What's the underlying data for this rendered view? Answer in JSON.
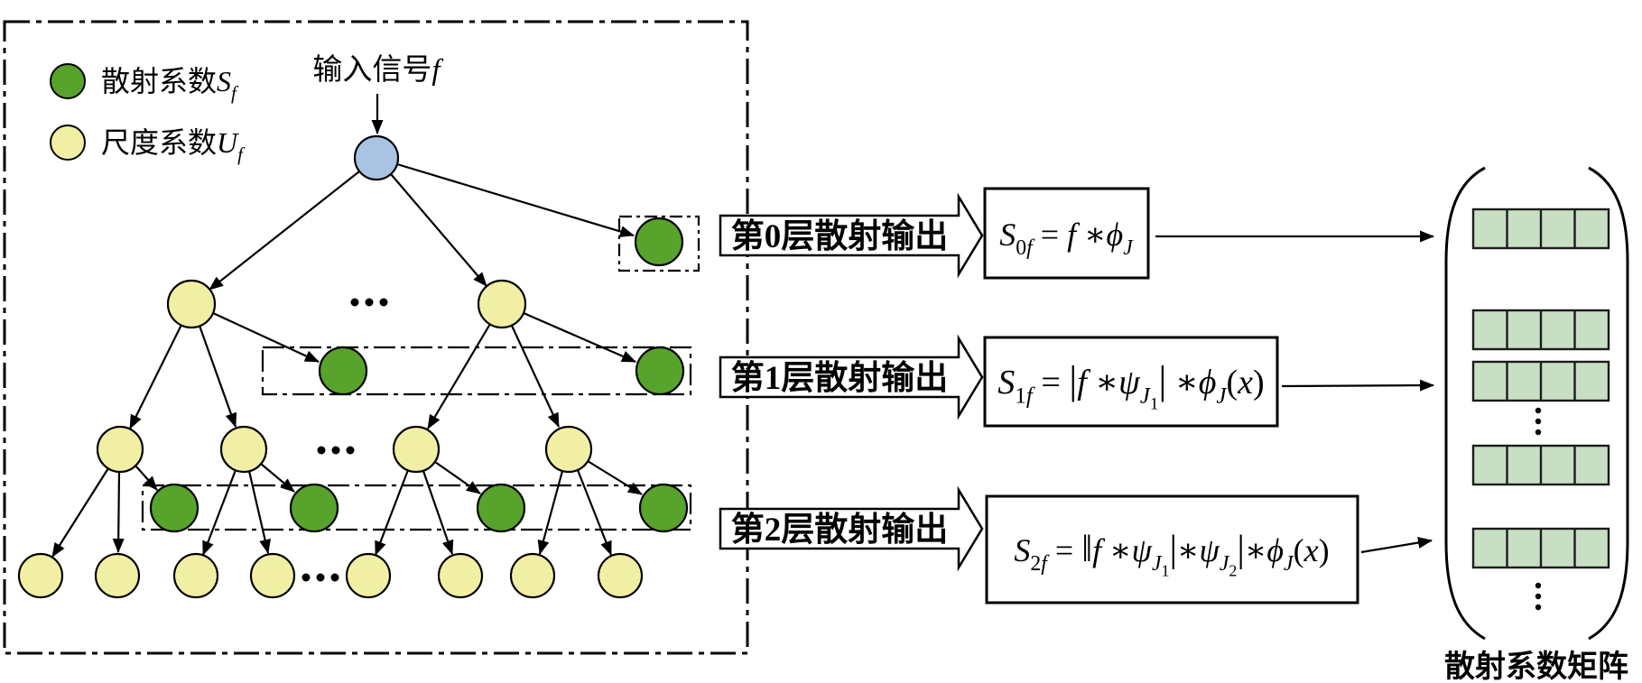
{
  "colors": {
    "background": "#ffffff",
    "scatter_green": "#57a32b",
    "scale_yellow": "#f1efa4",
    "input_blue": "#a9c4e2",
    "matrix_cell_green": "#c8dfc3",
    "line_black": "#000000"
  },
  "legend": {
    "scatter_label": [
      {
        "s": "cjk",
        "t": "散射系数"
      },
      {
        "s": "i",
        "t": "S"
      },
      {
        "s": "subi",
        "t": "f"
      }
    ],
    "scale_label": [
      {
        "s": "cjk",
        "t": "尺度系数"
      },
      {
        "s": "i",
        "t": "U"
      },
      {
        "s": "subi",
        "t": "f"
      }
    ]
  },
  "input_signal_label": [
    {
      "s": "cjk",
      "t": "输入信号"
    },
    {
      "s": "i",
      "t": "f"
    }
  ],
  "banners": [
    {
      "label": "第0层散射输出"
    },
    {
      "label": "第1层散射输出"
    },
    {
      "label": "第2层散射输出"
    }
  ],
  "formulas": [
    [
      {
        "s": "i",
        "t": "S"
      },
      {
        "s": "sub",
        "t": "0"
      },
      {
        "s": "subi",
        "t": "f"
      },
      {
        "s": "n",
        "t": " = "
      },
      {
        "s": "i",
        "t": "f"
      },
      {
        "s": "n",
        "t": " ∗"
      },
      {
        "s": "i",
        "t": "ϕ"
      },
      {
        "s": "subi",
        "t": "J"
      }
    ],
    [
      {
        "s": "i",
        "t": "S"
      },
      {
        "s": "sub",
        "t": "1"
      },
      {
        "s": "subi",
        "t": "f"
      },
      {
        "s": "n",
        "t": " = "
      },
      {
        "s": "bar",
        "t": "|"
      },
      {
        "s": "i",
        "t": "f"
      },
      {
        "s": "n",
        "t": " ∗"
      },
      {
        "s": "i",
        "t": "ψ"
      },
      {
        "s": "subi",
        "t": "J"
      },
      {
        "s": "subsub",
        "t": "1"
      },
      {
        "s": "bar",
        "t": "|"
      },
      {
        "s": "n",
        "t": " ∗"
      },
      {
        "s": "i",
        "t": "ϕ"
      },
      {
        "s": "subi",
        "t": "J"
      },
      {
        "s": "n",
        "t": "("
      },
      {
        "s": "i",
        "t": "x"
      },
      {
        "s": "n",
        "t": ")"
      }
    ],
    [
      {
        "s": "i",
        "t": "S"
      },
      {
        "s": "sub",
        "t": "2"
      },
      {
        "s": "subi",
        "t": "f"
      },
      {
        "s": "n",
        "t": " = "
      },
      {
        "s": "bar",
        "t": "‖"
      },
      {
        "s": "i",
        "t": "f"
      },
      {
        "s": "n",
        "t": " ∗"
      },
      {
        "s": "i",
        "t": "ψ"
      },
      {
        "s": "subi",
        "t": "J"
      },
      {
        "s": "subsub",
        "t": "1"
      },
      {
        "s": "bar",
        "t": "|"
      },
      {
        "s": "n",
        "t": "∗"
      },
      {
        "s": "i",
        "t": "ψ"
      },
      {
        "s": "subi",
        "t": "J"
      },
      {
        "s": "subsub",
        "t": "2"
      },
      {
        "s": "bar",
        "t": "|"
      },
      {
        "s": "n",
        "t": "∗"
      },
      {
        "s": "i",
        "t": "ϕ"
      },
      {
        "s": "subi",
        "t": "J"
      },
      {
        "s": "n",
        "t": "("
      },
      {
        "s": "i",
        "t": "x"
      },
      {
        "s": "n",
        "t": ")"
      }
    ]
  ],
  "matrix": {
    "label": "散射系数矩阵",
    "rows": 5,
    "cells_per_row": 4
  }
}
